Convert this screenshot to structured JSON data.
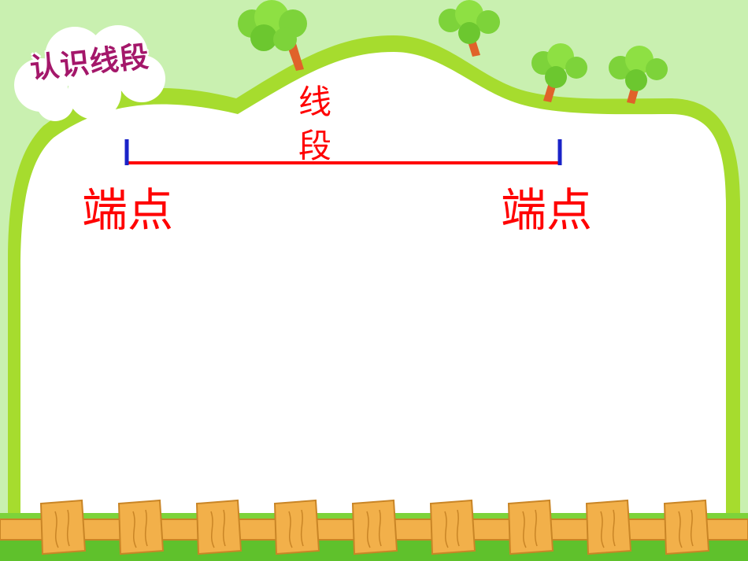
{
  "slide": {
    "title": "认识线段",
    "segment_label": "线\n段",
    "endpoint_left": "端点",
    "endpoint_right": "端点"
  },
  "colors": {
    "background": "#c9f0b0",
    "board_border": "#a6dc2e",
    "board_fill": "#ffffff",
    "segment_line": "#ff0000",
    "endpoint_marks": "#1a23c8",
    "label_text": "#ff0000",
    "title_text": "#a4176a",
    "fence_wood": "#f2b04a",
    "grass": "#5fc12c"
  },
  "decor": {
    "trees": [
      "tree-icon",
      "tree-icon",
      "tree-icon",
      "tree-icon"
    ],
    "fence_planks": 9
  }
}
